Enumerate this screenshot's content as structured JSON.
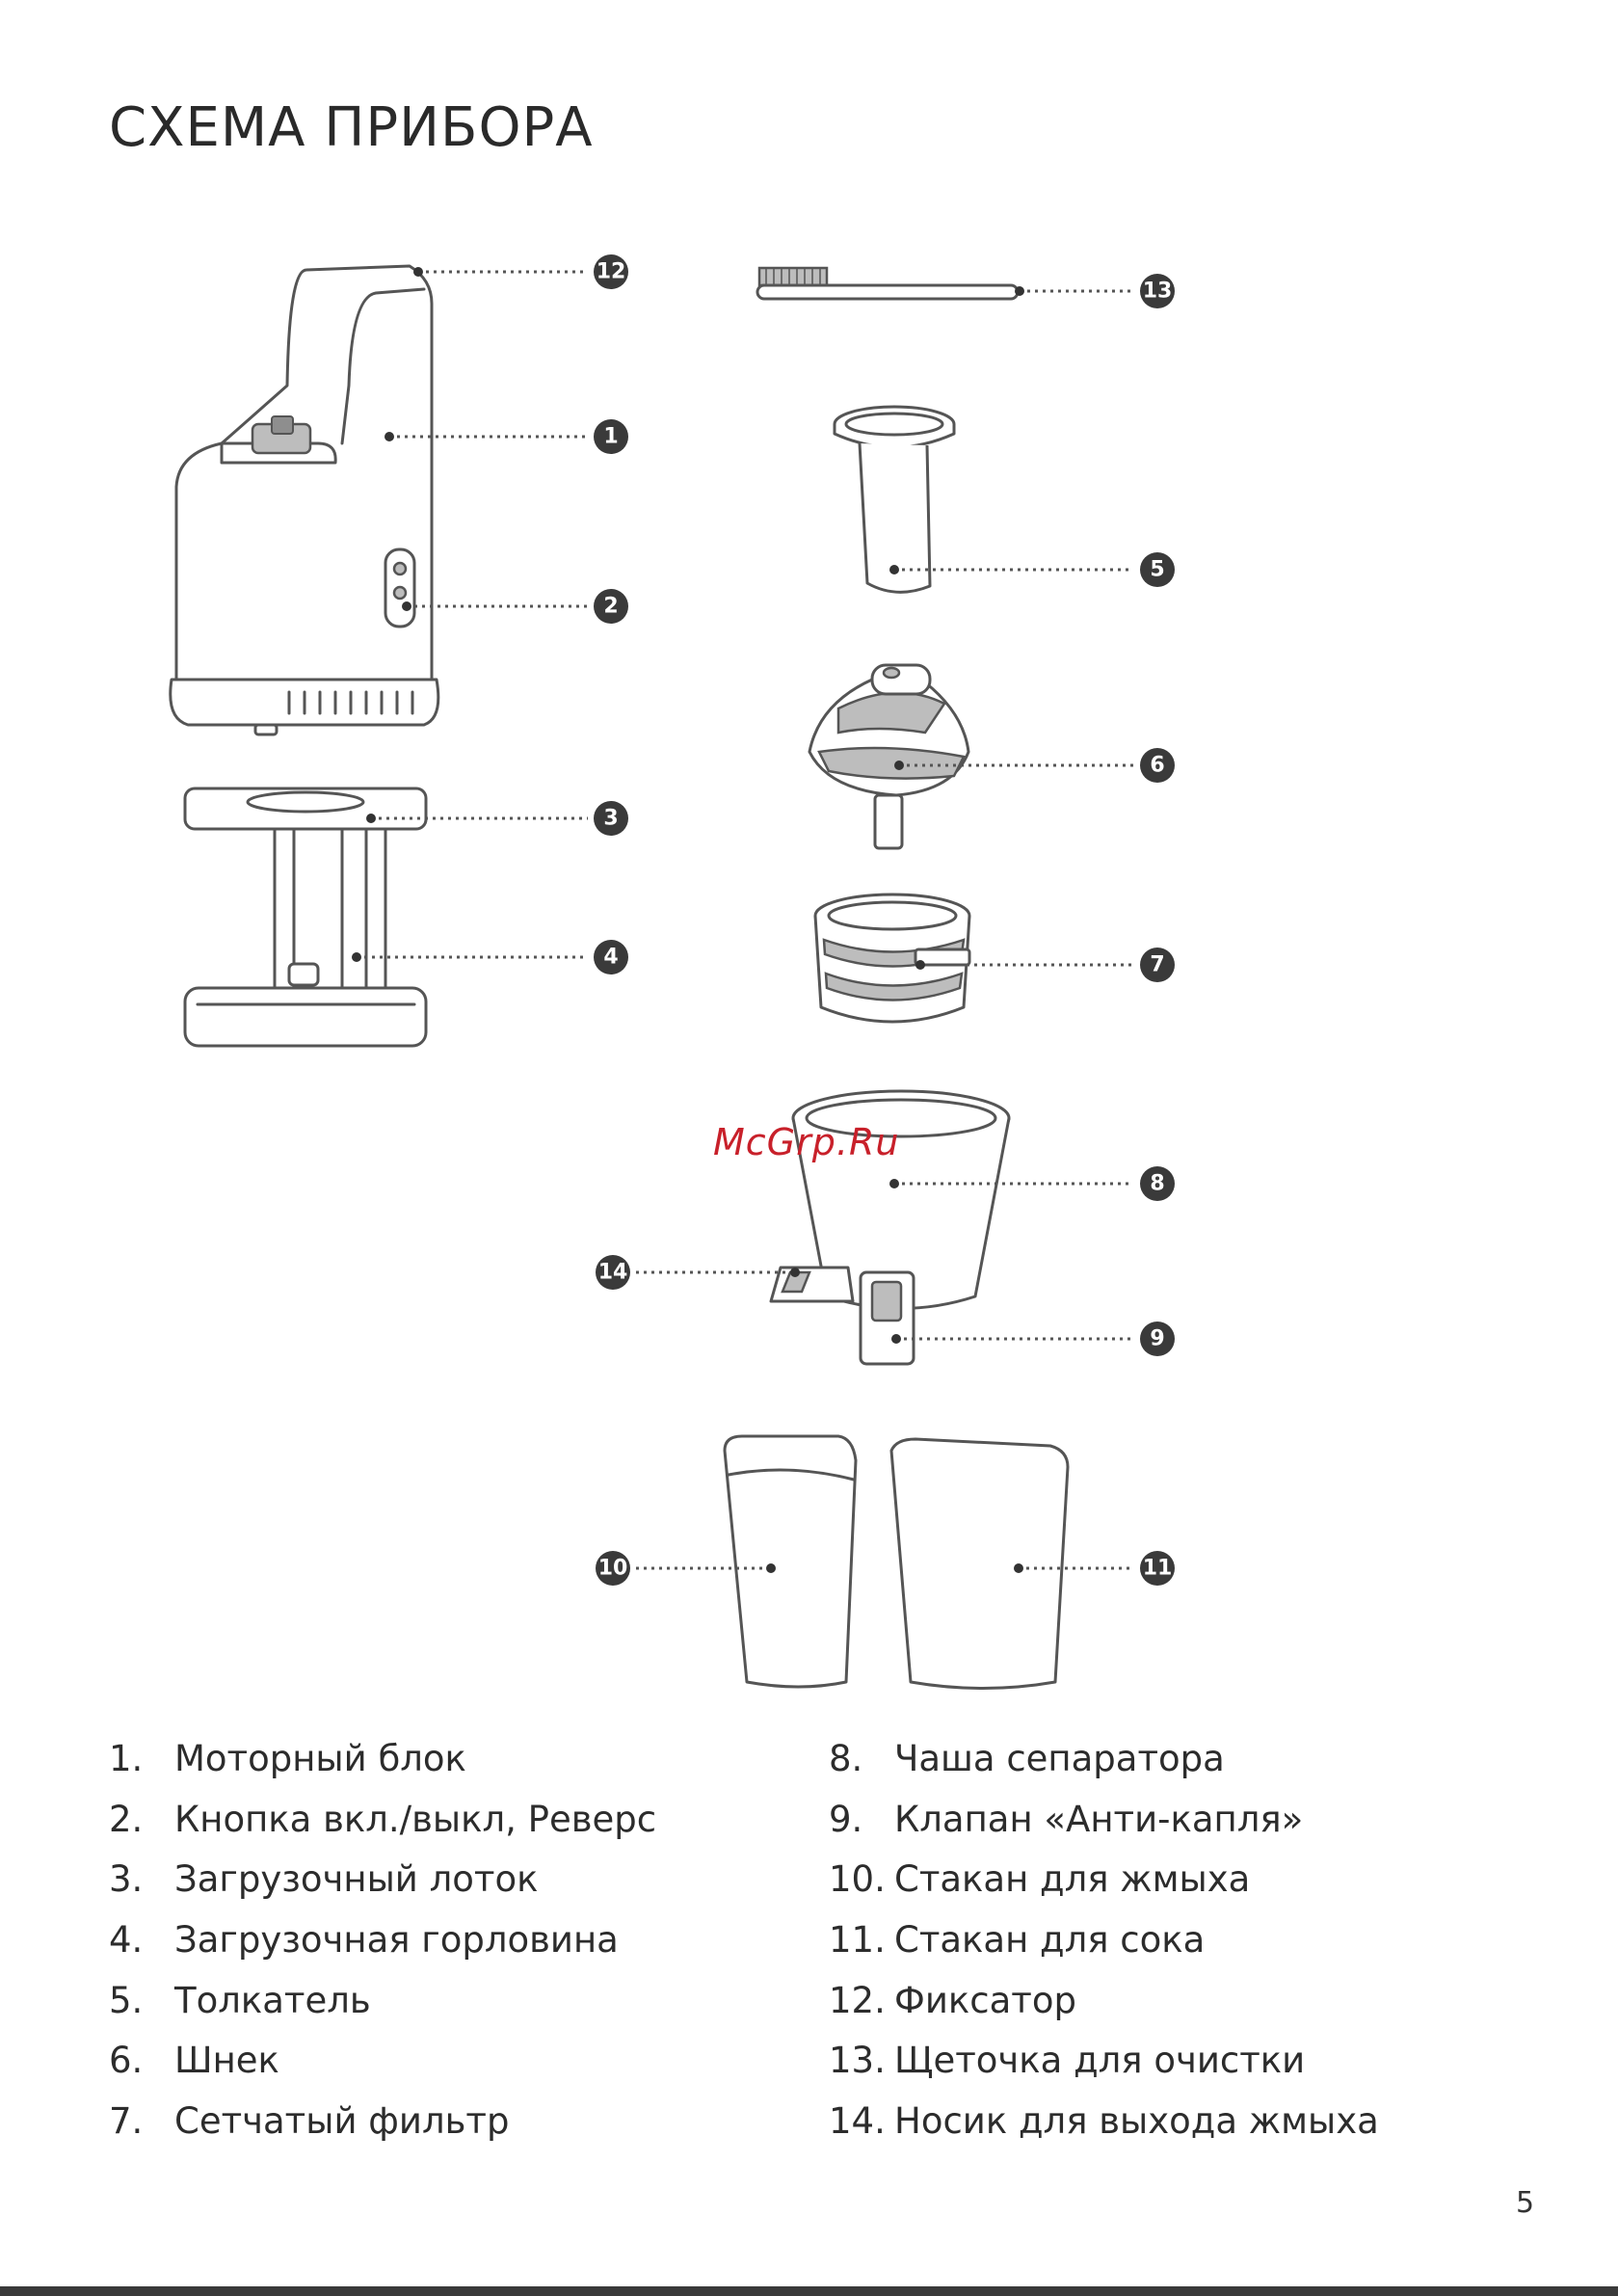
{
  "page": {
    "title": "СХЕМА ПРИБОРА",
    "watermark": "McGrp.Ru",
    "page_number": "5"
  },
  "callouts": [
    "1",
    "2",
    "3",
    "4",
    "5",
    "6",
    "7",
    "8",
    "9",
    "10",
    "11",
    "12",
    "13",
    "14"
  ],
  "legend": {
    "left": [
      {
        "num": "1.",
        "label": "Моторный блок"
      },
      {
        "num": "2.",
        "label": "Кнопка вкл./выкл, Реверс"
      },
      {
        "num": "3.",
        "label": "Загрузочный лоток"
      },
      {
        "num": "4.",
        "label": "Загрузочная горловина"
      },
      {
        "num": "5.",
        "label": "Толкатель"
      },
      {
        "num": "6.",
        "label": "Шнек"
      },
      {
        "num": "7.",
        "label": "Сетчатый фильтр"
      }
    ],
    "right": [
      {
        "num": "8.",
        "label": "Чаша сепаратора"
      },
      {
        "num": "9.",
        "label": "Клапан «Анти-капля»"
      },
      {
        "num": "10.",
        "label": "Стакан для жмыха"
      },
      {
        "num": "11.",
        "label": "Стакан для сока"
      },
      {
        "num": "12.",
        "label": "Фиксатор"
      },
      {
        "num": "13.",
        "label": "Щеточка для очистки"
      },
      {
        "num": "14.",
        "label": "Носик для выхода жмыха"
      }
    ]
  }
}
